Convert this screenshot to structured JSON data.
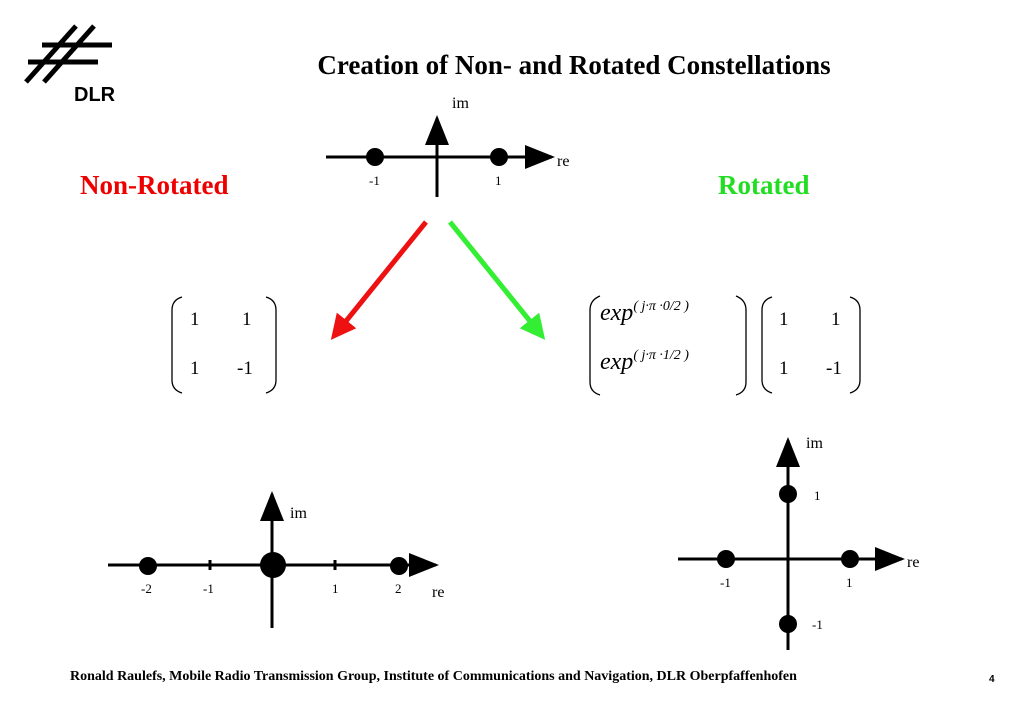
{
  "logo": {
    "text": "DLR"
  },
  "title": "Creation of Non- and Rotated Constellations",
  "labels": {
    "non_rotated": "Non-Rotated",
    "rotated": "Rotated"
  },
  "colors": {
    "non_rotated": "#ee0000",
    "rotated": "#22dd22",
    "arrow_red": "#ee1111",
    "arrow_green": "#33ee33"
  },
  "top_constellation": {
    "im_label": "im",
    "re_label": "re",
    "tick_neg": "-1",
    "tick_pos": "1"
  },
  "non_rotated_matrix": {
    "rows": [
      [
        "1",
        "1"
      ],
      [
        "1",
        "-1"
      ]
    ]
  },
  "rotated_matrix": {
    "exp_terms": [
      {
        "base": "exp",
        "exponent": "( j·π ·0/2 )"
      },
      {
        "base": "exp",
        "exponent": "( j·π ·1/2 )"
      }
    ],
    "rows": [
      [
        "1",
        "1"
      ],
      [
        "1",
        "-1"
      ]
    ]
  },
  "bottom_left_constellation": {
    "im_label": "im",
    "re_label": "re",
    "ticks": [
      "-2",
      "-1",
      "1",
      "2"
    ]
  },
  "bottom_right_constellation": {
    "im_label": "im",
    "re_label": "re",
    "x_ticks": [
      "-1",
      "1"
    ],
    "y_ticks": [
      "1",
      "-1"
    ]
  },
  "footer": "Ronald Raulefs, Mobile Radio Transmission Group, Institute of Communications and Navigation, DLR Oberpfaffenhofen",
  "page_number": "4"
}
